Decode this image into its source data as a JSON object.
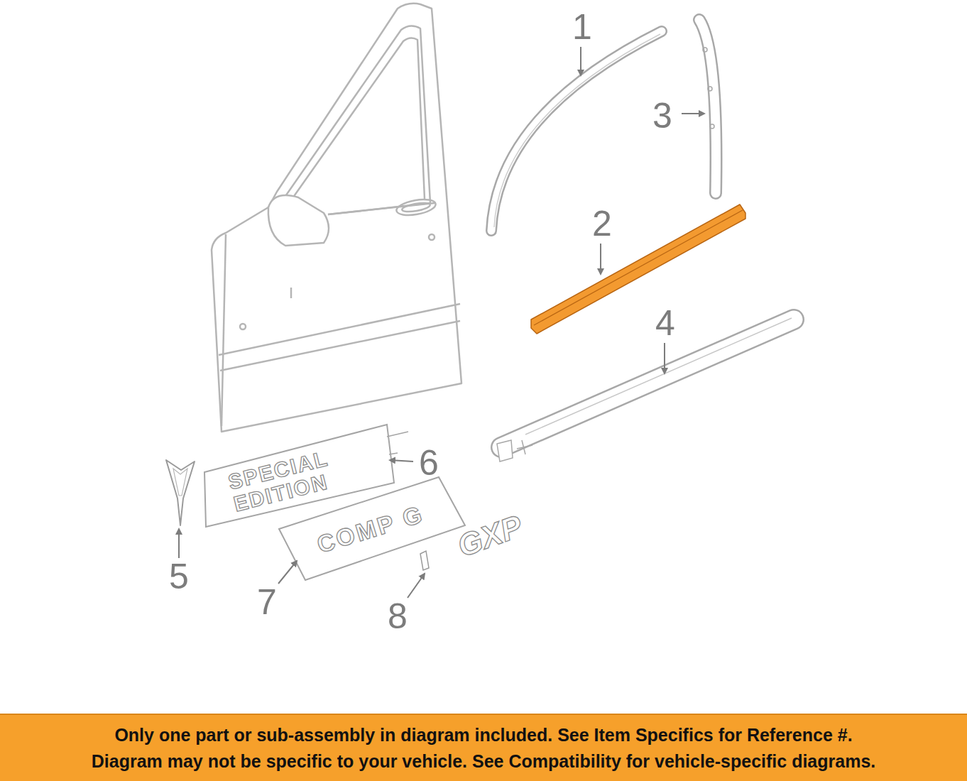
{
  "diagram": {
    "nodes": [
      {
        "text": [
          "Only one part or sub-assembly in diagram included. See Item Specifics for Reference #.",
          "Diagram may not be specific to your vehicle. See Compatibility for vehicle-specific diagrams."
        ]
      }
    ],
    "labels": [
      "1",
      "2",
      "3",
      "4",
      "5",
      "6",
      "7",
      "8",
      "SPECIAL EDITION",
      "COMP G",
      "GXP"
    ]
  }
}
